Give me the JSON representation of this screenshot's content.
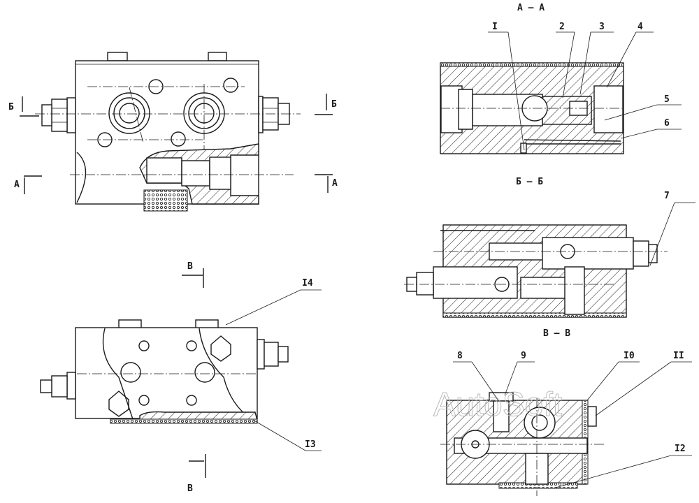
{
  "sections": {
    "aa": "А – А",
    "bb": "Б – Б",
    "vv": "В – В"
  },
  "cut_marks": {
    "b_left": "Б",
    "b_right": "Б",
    "a_left": "А",
    "a_right": "А",
    "v_top": "В",
    "v_bottom": "В"
  },
  "callouts": {
    "c1": "I",
    "c2": "2",
    "c3": "3",
    "c4": "4",
    "c5": "5",
    "c6": "6",
    "c7": "7",
    "c8": "8",
    "c9": "9",
    "c10": "I0",
    "c11": "II",
    "c12": "I2",
    "c13": "I3",
    "c14": "I4"
  },
  "watermark": "AutoSoft"
}
